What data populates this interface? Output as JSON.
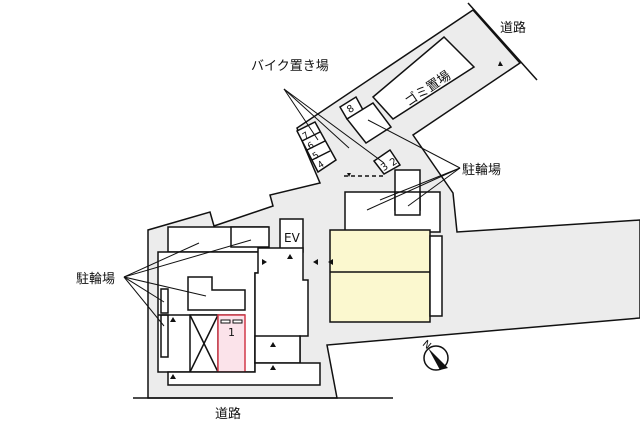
{
  "labels": {
    "road_top": "道路",
    "road_bottom": "道路",
    "bike_parking": "バイク置き場",
    "garbage": "ゴミ置場",
    "bicycle_right": "駐輪場",
    "bicycle_left": "駐輪場",
    "elevator": "EV",
    "north": "N"
  },
  "spaces": [
    "1",
    "2",
    "3",
    "4",
    "5",
    "6",
    "7",
    "8"
  ],
  "colors": {
    "site": "#ececec",
    "highlight_unit": "#fbe3ea",
    "highlight_border": "#d23a4a",
    "building": "#fbf8cf"
  }
}
